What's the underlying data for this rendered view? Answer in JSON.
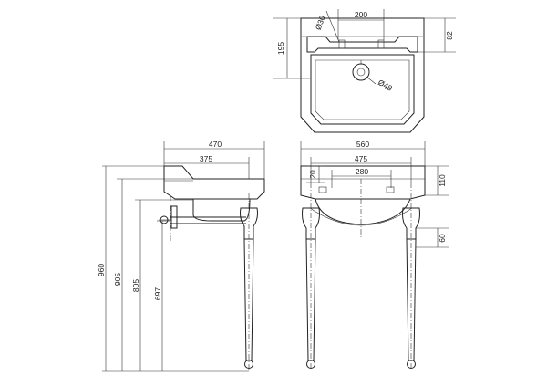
{
  "dimensions": {
    "top_view": {
      "tap_spacing": "200",
      "hole_diameter_small": "Ø30",
      "hole_diameter_waste": "Ø48",
      "depth_rear": "195",
      "rear_ledge": "82"
    },
    "side_view": {
      "overall_depth": "470",
      "bowl_depth": "375",
      "height_overall": "960",
      "height_rim": "905",
      "height_underside": "805",
      "height_waste": "697"
    },
    "front_view": {
      "overall_width": "560",
      "leg_width": "475",
      "inner_width": "280",
      "rim_thickness": "20",
      "basin_height": "110",
      "collar_height": "60"
    }
  }
}
